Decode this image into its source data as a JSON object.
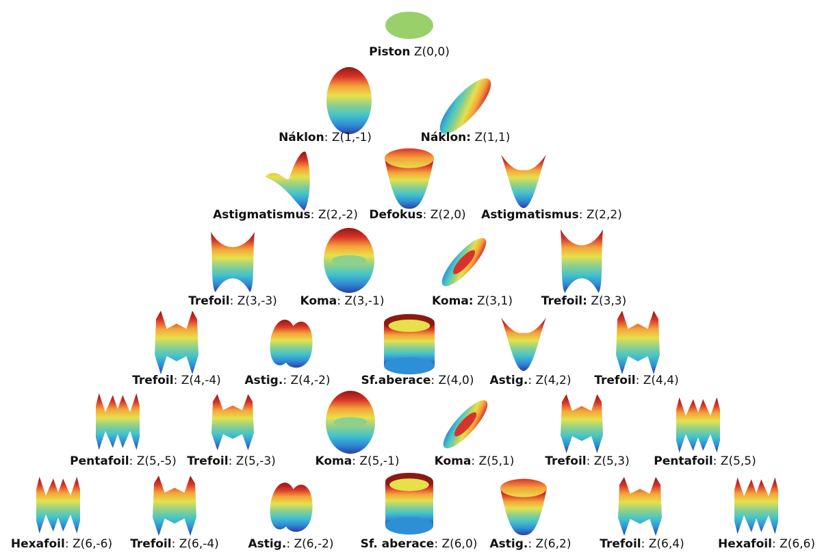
{
  "terms": [
    {
      "name": "Piston",
      "sep": " ",
      "index": "Z(0,0)",
      "kind": "disk",
      "shape": "piston"
    },
    {
      "name": "Náklon",
      "sep": ": ",
      "index": "Z(1,-1)",
      "kind": "surface",
      "shape": "tilt-v"
    },
    {
      "name": "Náklon:",
      "sep": " ",
      "index": "Z(1,1)",
      "kind": "surface",
      "shape": "tilt-d"
    },
    {
      "name": "Astigmatismus",
      "sep": ": ",
      "index": "Z(2,-2)",
      "kind": "surface",
      "shape": "saddle"
    },
    {
      "name": "Defokus",
      "sep": ": ",
      "index": "Z(2,0)",
      "kind": "surface",
      "shape": "bowl"
    },
    {
      "name": "Astigmatismus",
      "sep": ": ",
      "index": "Z(2,2)",
      "kind": "surface",
      "shape": "vshape"
    },
    {
      "name": "Trefoil",
      "sep": ": ",
      "index": "Z(3,-3)",
      "kind": "surface",
      "shape": "wave3"
    },
    {
      "name": "Koma",
      "sep": ": ",
      "index": "Z(3,-1)",
      "kind": "surface",
      "shape": "coma"
    },
    {
      "name": "Koma:",
      "sep": " ",
      "index": "Z(3,1)",
      "kind": "surface",
      "shape": "coma-d"
    },
    {
      "name": "Trefoil:",
      "sep": " ",
      "index": "Z(3,3)",
      "kind": "surface",
      "shape": "wave3"
    },
    {
      "name": "Trefoil",
      "sep": ": ",
      "index": "Z(4,-4)",
      "kind": "surface",
      "shape": "wave4"
    },
    {
      "name": "Astig.",
      "sep": ": ",
      "index": "Z(4,-2)",
      "kind": "surface",
      "shape": "astig"
    },
    {
      "name": "Sf.aberace",
      "sep": ": ",
      "index": "Z(4,0)",
      "kind": "surface",
      "shape": "cylinder"
    },
    {
      "name": "Astig.",
      "sep": ": ",
      "index": "Z(4,2)",
      "kind": "surface",
      "shape": "vshape"
    },
    {
      "name": "Trefoil",
      "sep": ": ",
      "index": "Z(4,4)",
      "kind": "surface",
      "shape": "wave4"
    },
    {
      "name": "Pentafoil",
      "sep": ": ",
      "index": "Z(5,-5)",
      "kind": "surface",
      "shape": "wave5"
    },
    {
      "name": "Trefoil",
      "sep": ": ",
      "index": "Z(5,-3)",
      "kind": "surface",
      "shape": "wave4"
    },
    {
      "name": "Koma",
      "sep": ": ",
      "index": "Z(5,-1)",
      "kind": "surface",
      "shape": "coma"
    },
    {
      "name": "Koma",
      "sep": ": ",
      "index": "Z(5,1)",
      "kind": "surface",
      "shape": "coma-d"
    },
    {
      "name": "Trefoil",
      "sep": ": ",
      "index": "Z(5,3)",
      "kind": "surface",
      "shape": "wave4"
    },
    {
      "name": "Pentafoil",
      "sep": ": ",
      "index": "Z(5,5)",
      "kind": "surface",
      "shape": "wave5"
    },
    {
      "name": "Hexafoil",
      "sep": ": ",
      "index": "Z(6,-6)",
      "kind": "surface",
      "shape": "wave5"
    },
    {
      "name": "Trefoil",
      "sep": ": ",
      "index": "Z(6,-4)",
      "kind": "surface",
      "shape": "wave4"
    },
    {
      "name": "Astig.",
      "sep": ": ",
      "index": "Z(6,-2)",
      "kind": "surface",
      "shape": "astig"
    },
    {
      "name": "Sf. aberace",
      "sep": ": ",
      "index": "Z(6,0)",
      "kind": "surface",
      "shape": "cylinder"
    },
    {
      "name": "Astig.",
      "sep": ": ",
      "index": "Z(6,2)",
      "kind": "surface",
      "shape": "bowl"
    },
    {
      "name": "Trefoil",
      "sep": ": ",
      "index": "Z(6,4)",
      "kind": "surface",
      "shape": "wave4"
    },
    {
      "name": "Hexafoil",
      "sep": ": ",
      "index": "Z(6,6)",
      "kind": "surface",
      "shape": "wave5"
    }
  ],
  "colors": {
    "piston": "#9ad06c",
    "ramp": [
      "#2b3fa8",
      "#2f8fd6",
      "#45c4c8",
      "#8ed08c",
      "#e6e04a",
      "#f5a23a",
      "#d8332a",
      "#8b1a12"
    ]
  }
}
